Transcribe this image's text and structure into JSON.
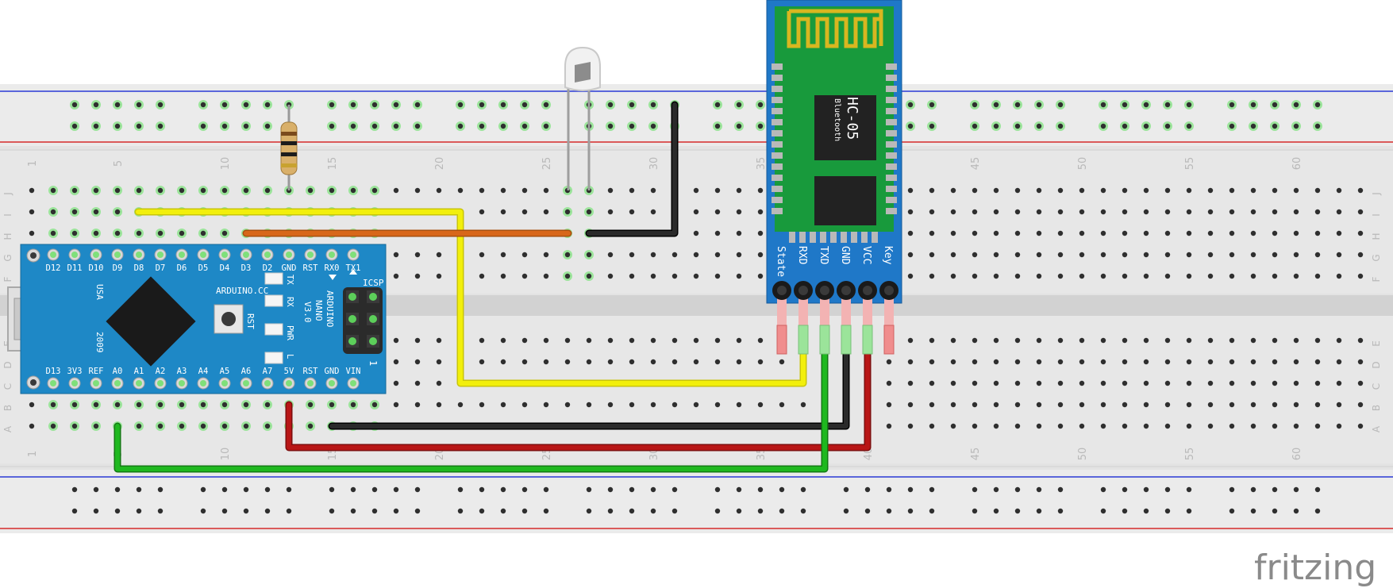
{
  "colors": {
    "rail_blue": "#2b3bd6",
    "rail_red": "#d62b2b",
    "breadboard": "#e6e6e6",
    "hole": "#2f2f2f",
    "hole_active": "#7fe07a",
    "nano_board": "#1e88c6",
    "hc05_board": "#1f78c8",
    "hc05_pcb": "#189a3c",
    "wire_yellow": "#f2ef0c",
    "wire_orange": "#d8671a",
    "wire_black": "#1c1c1c",
    "wire_green": "#1fb81f",
    "wire_red": "#b81616"
  },
  "breadboard": {
    "row_letters": [
      "J",
      "I",
      "H",
      "G",
      "F",
      "E",
      "D",
      "C",
      "B",
      "A"
    ],
    "column_numbers": [
      "1",
      "5",
      "10",
      "15",
      "20",
      "25",
      "30",
      "35",
      "40",
      "45",
      "50",
      "55",
      "60"
    ]
  },
  "arduino": {
    "name_lines": [
      "ARDUINO",
      "NANO",
      "V3.0"
    ],
    "site": "ARDUINO.CC",
    "top_pins": [
      "D12",
      "D11",
      "D10",
      "D9",
      "D8",
      "D7",
      "D6",
      "D5",
      "D4",
      "D3",
      "D2",
      "GND",
      "RST",
      "RX0",
      "TX1"
    ],
    "bottom_pins": [
      "D13",
      "3V3",
      "REF",
      "A0",
      "A1",
      "A2",
      "A3",
      "A4",
      "A5",
      "A6",
      "A7",
      "5V",
      "RST",
      "GND",
      "VIN"
    ],
    "leds": [
      "TX",
      "RX",
      "PWR",
      "L"
    ],
    "icsp": "ICSP",
    "icsp_number": "1",
    "rst_label": "RST",
    "usa": "USA",
    "year": "2009"
  },
  "hc05": {
    "title": "HC-05",
    "subtitle": "Bluetooth",
    "pins": [
      "State",
      "RXD",
      "TXD",
      "GND",
      "VCC",
      "Key"
    ]
  },
  "logo": "fritzing",
  "icons": {
    "resistor": "resistor-icon",
    "led": "led-icon",
    "usb": "usb-connector-icon"
  }
}
